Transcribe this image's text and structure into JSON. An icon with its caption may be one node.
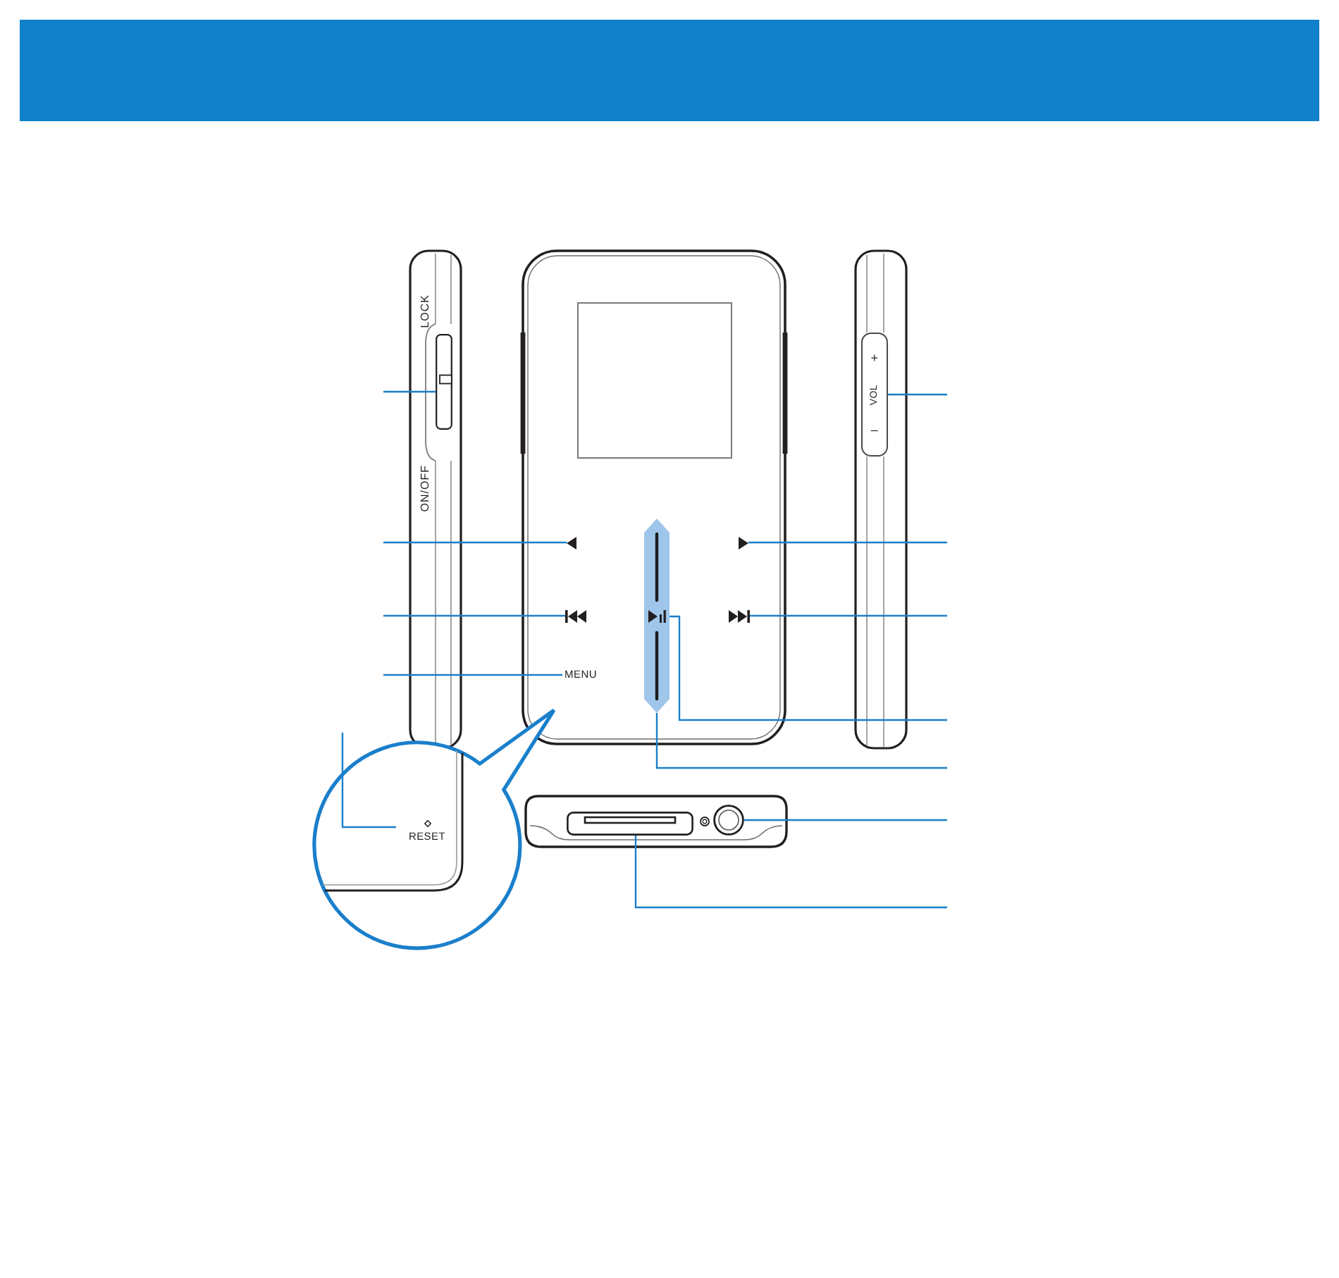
{
  "diagram": {
    "nodes": [
      {
        "text": [],
        "shape": "box"
      },
      {
        "text": [
          "+",
          "VOL",
          "–"
        ]
      },
      {
        "text": [],
        "shape": "bar"
      },
      {
        "text": [],
        "shape": "triangle"
      },
      {
        "text": [],
        "shape": "triangle"
      },
      {
        "text": [],
        "shape": "picture"
      },
      {
        "text": [],
        "shape": "picture",
        "in": 2
      },
      {
        "text": [],
        "shape": "picture"
      },
      {
        "text": [
          "MENU"
        ]
      },
      {
        "text": [
          "RESET"
        ]
      },
      {
        "text": [],
        "shape": "circle"
      },
      {
        "text": [],
        "shape": "box"
      }
    ],
    "edges": [
      {
        "from": null,
        "to": 0,
        "arrow": "none"
      },
      {
        "from": null,
        "to": 3,
        "arrow": "none"
      },
      {
        "from": null,
        "to": 5,
        "arrow": "none"
      },
      {
        "from": null,
        "to": 8,
        "arrow": "none"
      },
      {
        "from": null,
        "to": 9,
        "arrow": "none"
      },
      {
        "from": null,
        "to": 1,
        "arrow": "none"
      },
      {
        "from": null,
        "to": 4,
        "arrow": "none"
      },
      {
        "from": null,
        "to": 7,
        "arrow": "none"
      },
      {
        "from": null,
        "to": 6,
        "arrow": "none"
      },
      {
        "from": null,
        "to": 2,
        "arrow": "none"
      },
      {
        "from": null,
        "to": 10,
        "arrow": "none"
      },
      {
        "from": null,
        "to": 11,
        "arrow": "none"
      }
    ],
    "labels": [
      "LOCK",
      "ON/OFF"
    ]
  }
}
